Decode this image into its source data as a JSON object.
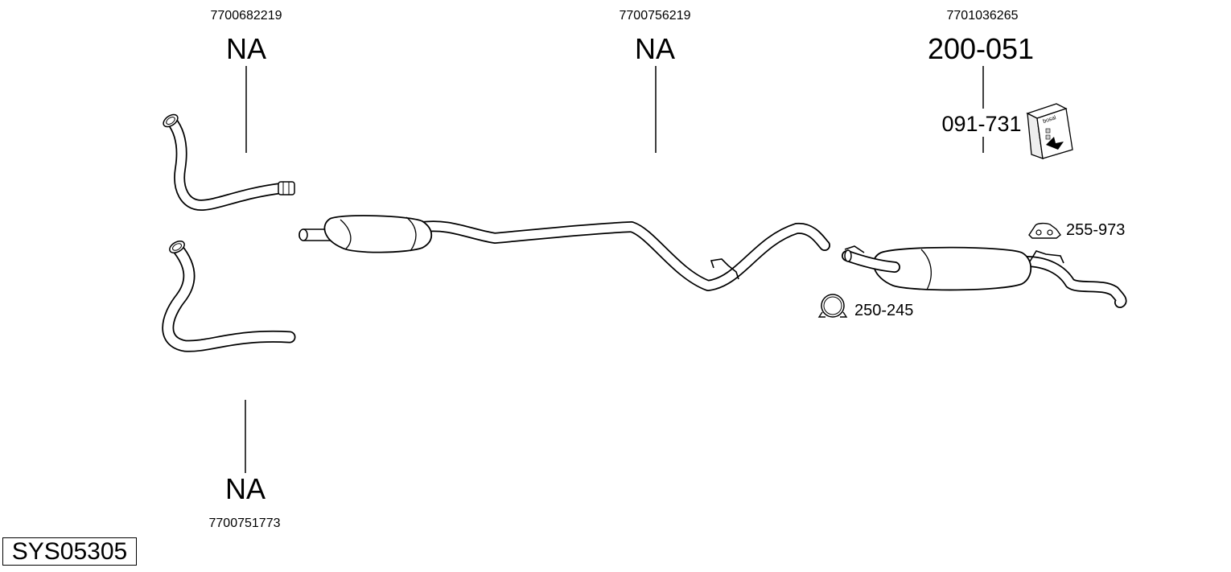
{
  "diagram": {
    "system_id": "SYS05305",
    "parts": {
      "front_pipe_upper": {
        "oe_number": "7700682219",
        "part_number": "NA"
      },
      "front_pipe_lower": {
        "oe_number": "7700751773",
        "part_number": "NA"
      },
      "middle_section": {
        "oe_number": "7700756219",
        "part_number": "NA"
      },
      "rear_silencer": {
        "oe_number": "7701036265",
        "part_number": "200-051"
      },
      "fitting_kit": {
        "part_number": "091-731"
      },
      "rubber_mount": {
        "part_number": "255-973"
      },
      "clamp": {
        "part_number": "250-245"
      }
    },
    "fitting_kit_box_text": "bosal"
  }
}
